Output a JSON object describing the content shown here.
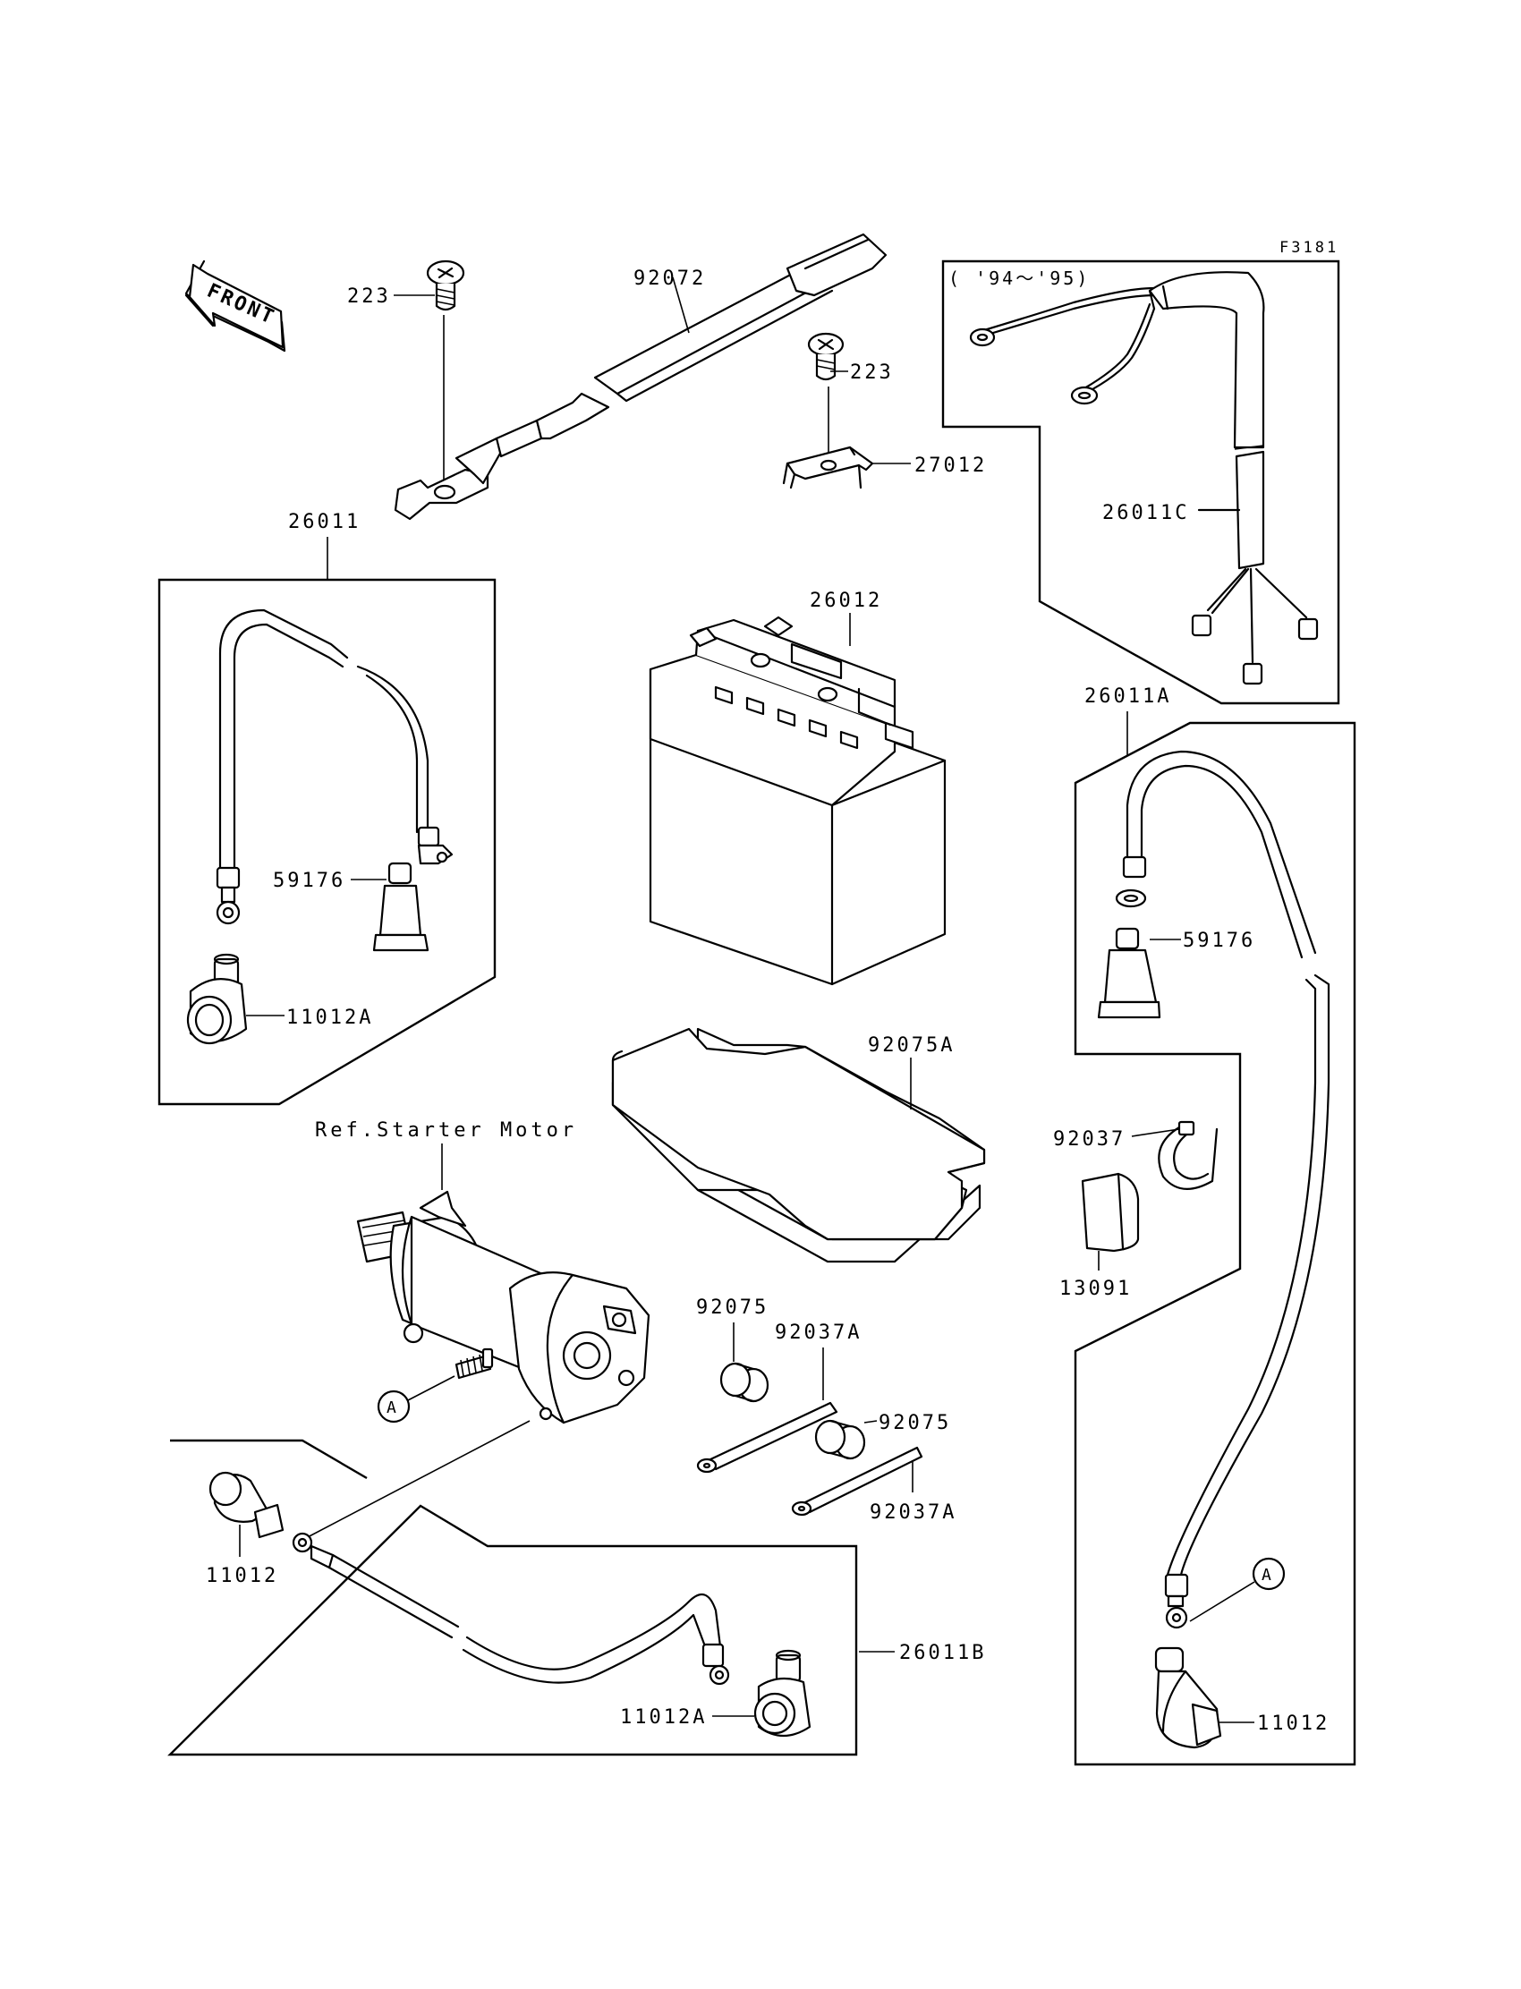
{
  "figure_code": "F3181",
  "front_label": "FRONT",
  "year_note": "( '94～'95)",
  "ref_label": "Ref.Starter Motor",
  "circle_label": "A",
  "parts": {
    "screw_left": "223",
    "strap": "92072",
    "screw_right": "223",
    "bracket": "27012",
    "harness_c": "26011C",
    "cable_left": "26011",
    "battery": "26012",
    "cable_a": "26011A",
    "cap_left": "59176",
    "cap_right": "59176",
    "boot_left": "11012A",
    "pad": "92075A",
    "band": "92037",
    "cover": "13091",
    "grommet_1": "92075",
    "strap_1": "92037A",
    "grommet_2": "92075",
    "strap_2": "92037A",
    "boot_b_left": "11012",
    "cable_b": "26011B",
    "boot_b_right": "11012A",
    "boot_right": "11012"
  }
}
